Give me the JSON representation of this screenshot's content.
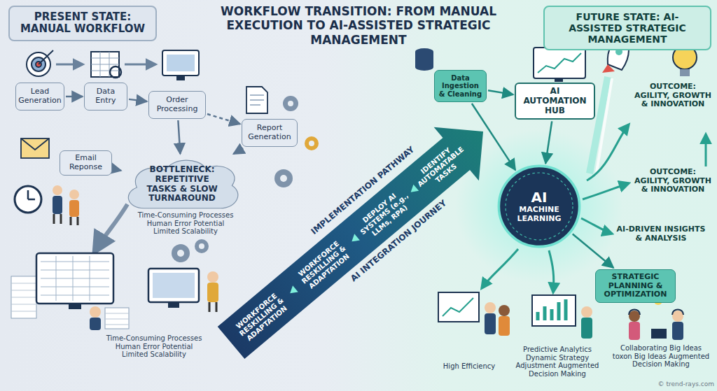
{
  "diagram": {
    "title": "WORKFLOW TRANSITION: FROM MANUAL EXECUTION TO AI-ASSISTED STRATEGIC MANAGEMENT",
    "nodes": [
      {
        "text": [
          "PRESENT STATE: MANUAL WORKFLOW"
        ]
      },
      {
        "text": [
          "FUTURE STATE: AI-ASSISTED STRATEGIC MANAGEMENT"
        ]
      },
      {
        "text": [
          "Lead Generation"
        ]
      },
      {
        "text": [
          "Data Entry"
        ]
      },
      {
        "text": [
          "Order Processing"
        ]
      },
      {
        "text": [
          "Report Generation"
        ]
      },
      {
        "text": [
          "Email Reponse"
        ]
      },
      {
        "text": [
          "BOTTLENECK: REPETITIVE TASKS & SLOW TURNAROUND"
        ]
      },
      {
        "text": [
          "Data Ingestion & Cleaning"
        ]
      },
      {
        "text": [
          "AI AUTOMATION HUB"
        ]
      },
      {
        "text": [
          "AI",
          "MACHINE LEARNING"
        ]
      },
      {
        "text": [
          "STRATEGIC PLANNING & OPTIMIZATION"
        ]
      }
    ],
    "edges": [
      {
        "from": 2,
        "to": 3,
        "arrow": "to"
      },
      {
        "from": 3,
        "to": 4,
        "arrow": "to"
      },
      {
        "from": 4,
        "to": 5,
        "arrow": "to"
      },
      {
        "from": 6,
        "to": 7,
        "arrow": "to"
      },
      {
        "from": 4,
        "to": 7,
        "arrow": "to"
      },
      {
        "from": 5,
        "to": 7,
        "arrow": "to"
      },
      {
        "from": 8,
        "to": 9,
        "arrow": "to"
      },
      {
        "from": 8,
        "to": 10,
        "arrow": "to"
      },
      {
        "from": 9,
        "to": 10,
        "arrow": "to"
      },
      {
        "from": 10,
        "to": 11,
        "arrow": "to"
      }
    ],
    "labels": [
      "Time-Consuming Processes Human Error Potential Limited Scalability",
      "Time-Consuming Processes Human Error Potential Limited Scalability",
      "IMPLEMENTATION PATHWAY",
      "AI INTEGRATION JOURNEY",
      "WORKFORCE RESKILLING & ADAPTATION",
      "WORKFORCE RESKILLING & ADAPTATION",
      "DEPLOY AI SYSTEMS (e.g., LLMs, RPA)",
      "IDENTIFY AUTOMATABLE TASKS",
      "OUTCOME: AGILITY, GROWTH & INNOVATION",
      "OUTCOME: AGILITY, GROWTH & INNOVATION",
      "AI-DRIVEN INSIGHTS & ANALYSIS",
      "High Efficiency",
      "Predictive Analytics Dynamic Strategy Adjustment Augmented Decision Making",
      "Collaborating Big Ideas toxon Big Ideas Augmented Decision Making",
      "© trend-rays.com"
    ]
  }
}
